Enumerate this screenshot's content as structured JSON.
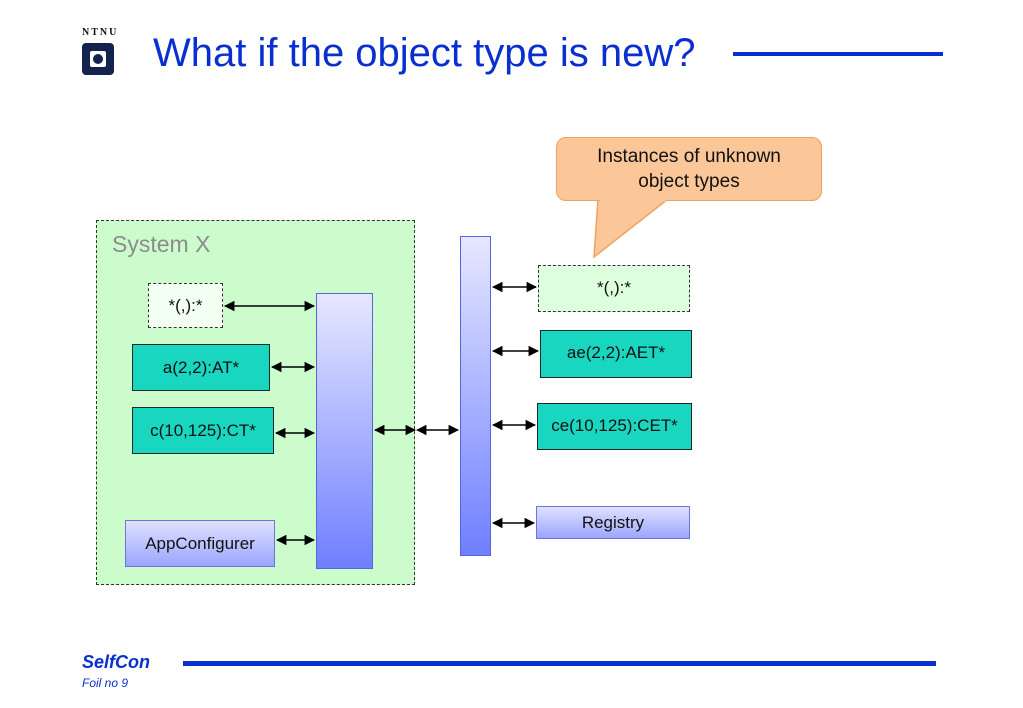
{
  "header": {
    "logo_text": "NTNU",
    "title": "What if the object type is new?"
  },
  "diagram": {
    "system_label": "System X",
    "callout": {
      "line1": "Instances of unknown",
      "line2": "object types"
    },
    "system_nodes": {
      "wildcard": "*(,):*",
      "a": "a(2,2):AT*",
      "c": "c(10,125):CT*",
      "app_configurer": "AppConfigurer"
    },
    "external_nodes": {
      "wildcard": "*(,):*",
      "ae": "ae(2,2):AET*",
      "ce": "ce(10,125):CET*",
      "registry": "Registry"
    },
    "colors": {
      "container_fill": "#ccfccc",
      "teal_node": "#18d6c0",
      "callout_fill": "#fbc799",
      "accent_blue": "#0a2fd0"
    }
  },
  "footer": {
    "title": "SelfCon",
    "foil": "Foil no 9"
  }
}
